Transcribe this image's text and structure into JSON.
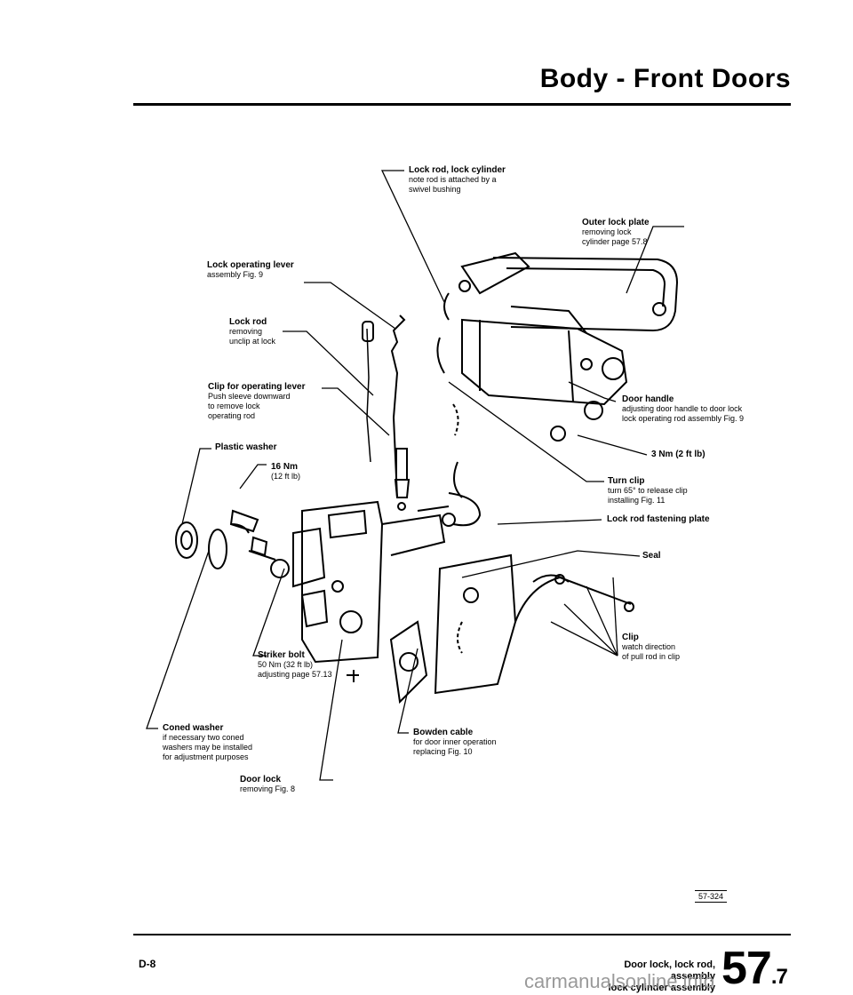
{
  "header": {
    "title": "Body - Front Doors"
  },
  "labels": {
    "lock_rod_cylinder": {
      "title": "Lock rod, lock cylinder",
      "sub1": "note rod is attached by a",
      "sub2": "swivel bushing"
    },
    "outer_lock_plate": {
      "title": "Outer lock plate",
      "sub1": "removing lock",
      "sub2": "cylinder page 57.8"
    },
    "lock_operating_lever": {
      "title": "Lock operating lever",
      "sub1": "assembly Fig. 9"
    },
    "lock_rod": {
      "title": "Lock rod",
      "sub1": "removing",
      "sub2": "unclip at lock"
    },
    "clip_operating_lever": {
      "title": "Clip for operating lever",
      "sub1": "Push sleeve downward",
      "sub2": "to remove lock",
      "sub3": "operating rod"
    },
    "plastic_washer": {
      "title": "Plastic washer"
    },
    "torque_16": {
      "title": "16 Nm",
      "sub1": "(12 ft lb)"
    },
    "door_handle": {
      "title": "Door handle",
      "sub1": "adjusting door handle to door lock",
      "sub2": "lock operating rod assembly Fig. 9"
    },
    "torque_3": {
      "title": "3 Nm (2 ft lb)"
    },
    "turn_clip": {
      "title": "Turn clip",
      "sub1": "turn 65° to release clip",
      "sub2": "installing Fig. 11"
    },
    "lock_rod_plate": {
      "title": "Lock rod fastening plate"
    },
    "seal": {
      "title": "Seal"
    },
    "clip": {
      "title": "Clip",
      "sub1": "watch direction",
      "sub2": "of pull rod in clip"
    },
    "striker_bolt": {
      "title": "Striker bolt",
      "sub1": "50 Nm (32 ft lb)",
      "sub2": "adjusting page 57.13"
    },
    "coned_washer": {
      "title": "Coned washer",
      "sub1": "if necessary two coned",
      "sub2": "washers may be installed",
      "sub3": "for adjustment purposes"
    },
    "bowden_cable": {
      "title": "Bowden cable",
      "sub1": "for door inner operation",
      "sub2": "replacing Fig. 10"
    },
    "door_lock": {
      "title": "Door lock",
      "sub1": "removing Fig. 8"
    }
  },
  "figure_code": "57-324",
  "footer": {
    "left_code": "D-8",
    "desc_line1": "Door lock, lock rod, assembly",
    "desc_line2": "lock cylinder assembly",
    "page_major": "57",
    "page_minor": ".7"
  },
  "watermark": "carmanualsonline.info"
}
